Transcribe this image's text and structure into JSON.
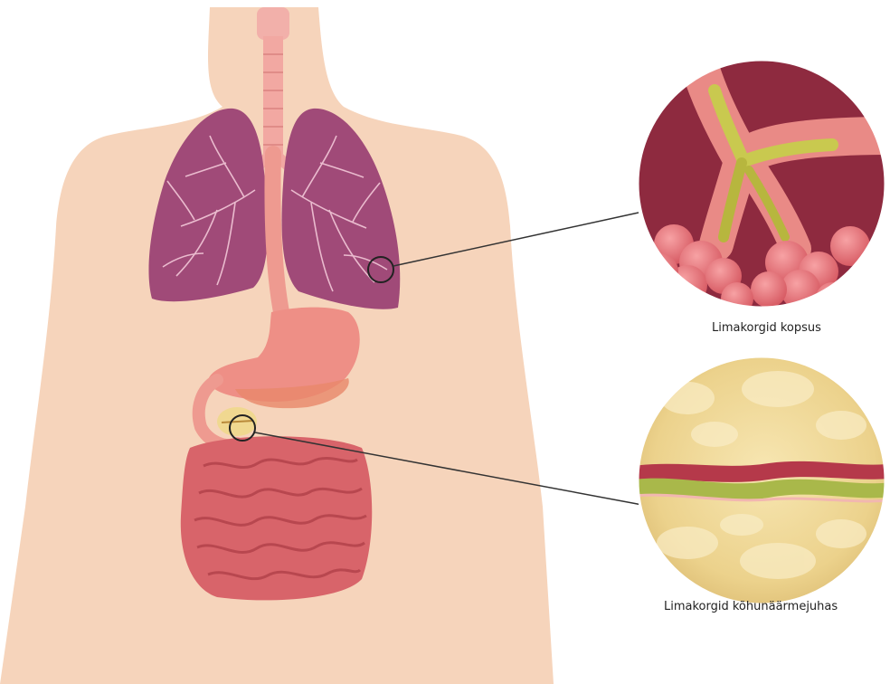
{
  "diagram": {
    "labels": {
      "lung_caption": "Limakorgid kopsus",
      "pancreas_caption": "Limakorgid kõhunäärmejuhas"
    },
    "figure": {
      "body": "human-torso-silhouette",
      "organs": [
        "trachea",
        "lungs",
        "esophagus",
        "stomach",
        "pancreas",
        "intestines"
      ],
      "callouts": [
        {
          "target": "lung",
          "caption_key": "lung_caption"
        },
        {
          "target": "pancreas",
          "caption_key": "pancreas_caption"
        }
      ]
    },
    "colors": {
      "skin": "#f6d4bb",
      "lung": "#a04a78",
      "airway": "#ef9a95",
      "gut": "#e07a78",
      "lung_zoom_bg": "#8e2a3f",
      "mucus": "#c9c94f",
      "pancreas_zoom": "#f1dc9a"
    }
  }
}
